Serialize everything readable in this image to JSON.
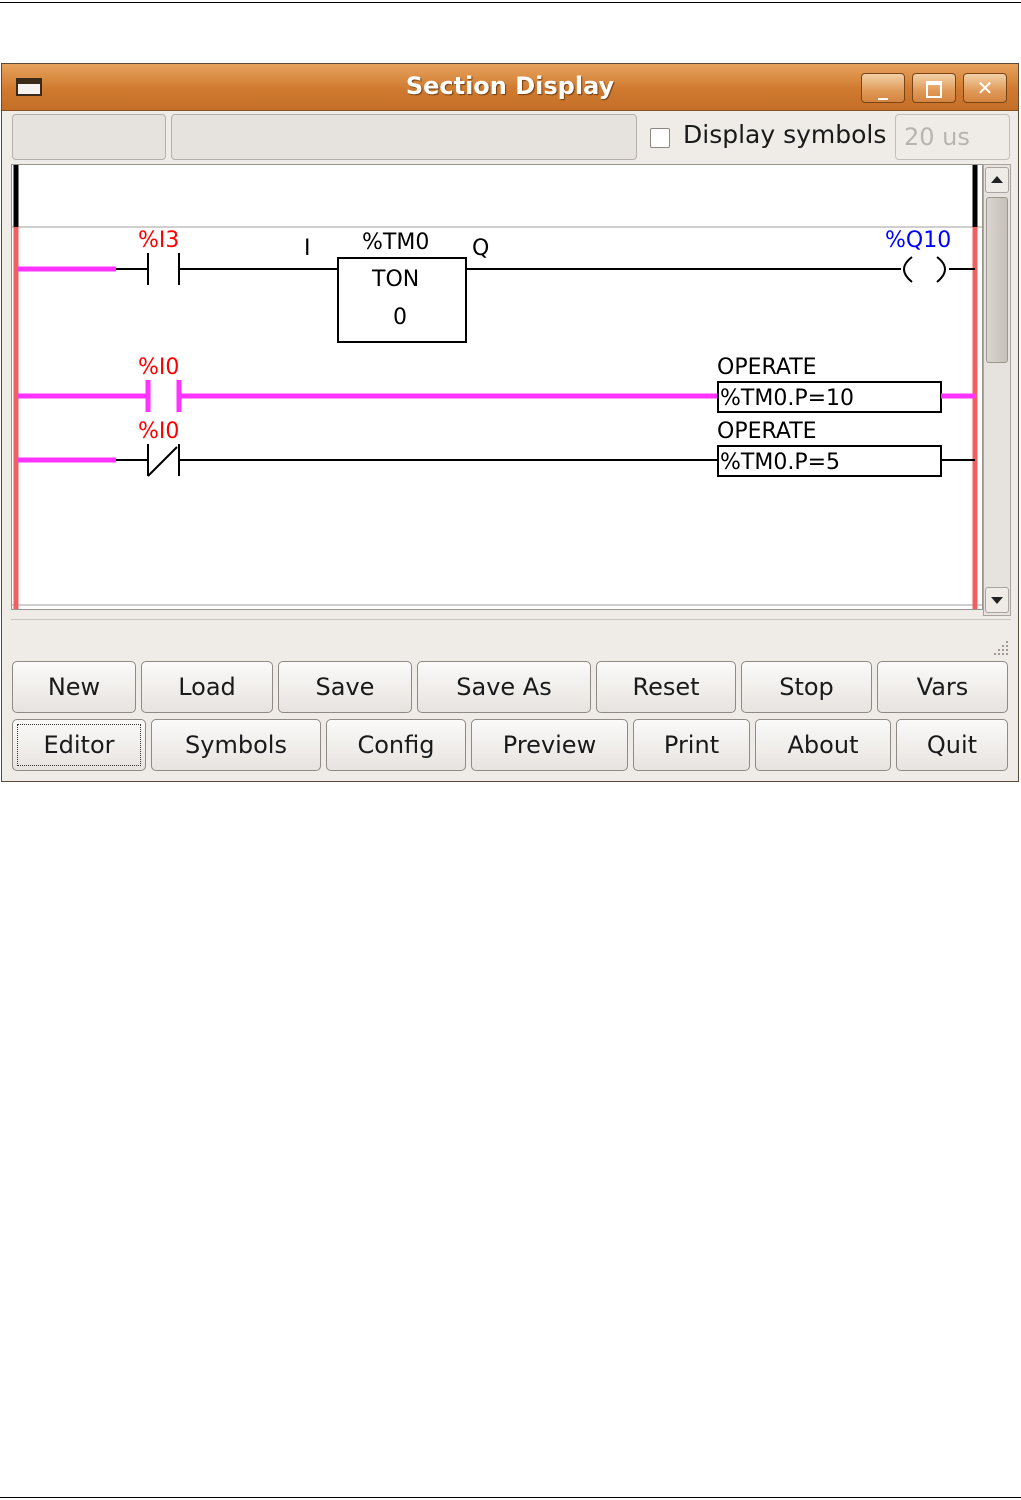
{
  "window": {
    "title": "Section Display"
  },
  "toolbar": {
    "display_symbols_label": "Display symbols",
    "display_symbols_checked": false,
    "cycle_time": "20 us"
  },
  "ladder": {
    "rung1": {
      "contact_label": "%I3",
      "timer_name": "%TM0",
      "timer_type": "TON",
      "timer_value": "0",
      "input_pin": "I",
      "output_pin": "Q",
      "coil_label": "%Q10"
    },
    "rung2": {
      "contact_label": "%I0",
      "operate_label": "OPERATE",
      "operate_expr": "%TM0.P=10"
    },
    "rung3": {
      "contact_label": "%I0",
      "operate_label": "OPERATE",
      "operate_expr": "%TM0.P=5"
    }
  },
  "colors": {
    "active_wire": "#ff33ff",
    "rail": "#f06060",
    "input_label": "#ff0000",
    "output_label": "#0000ff"
  },
  "buttons": {
    "row1": [
      "New",
      "Load",
      "Save",
      "Save As",
      "Reset",
      "Stop",
      "Vars"
    ],
    "row2": [
      "Editor",
      "Symbols",
      "Config",
      "Preview",
      "Print",
      "About",
      "Quit"
    ]
  }
}
